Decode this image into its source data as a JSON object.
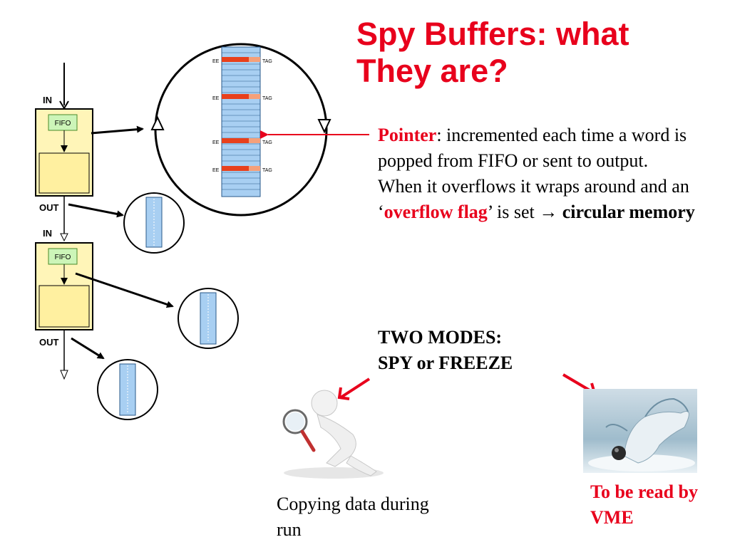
{
  "slide": {
    "title": "Spy  Buffers: what\nThey are?",
    "description": {
      "pointer_term": "Pointer",
      "pointer_text": ": incremented each time a word is popped from FIFO or sent to output.",
      "overflow_intro": "When it overflows it wraps around and an ‘",
      "overflow_flag": "overflow flag",
      "overflow_mid": "’ is set → ",
      "circular_memory": "circular memory"
    },
    "modes": {
      "line1": "TWO MODES:",
      "line2": "SPY or FREEZE"
    },
    "captions": {
      "spy": "Copying data during run",
      "freeze": "To be read by VME"
    }
  },
  "diagram": {
    "in_label": "IN",
    "out_label": "OUT",
    "fifo_label": "FIFO",
    "ee_label": "EE",
    "tag_label": "TAG"
  },
  "colors": {
    "title_red": "#e8001c",
    "fifo_green": "#ccf5b8",
    "block_yellow": "#fff2a8",
    "memory_blue": "#a8cff2",
    "event_orange": "#e8401c"
  },
  "icons": [
    "magnifier-figure-icon",
    "frozen-creature-icon"
  ]
}
